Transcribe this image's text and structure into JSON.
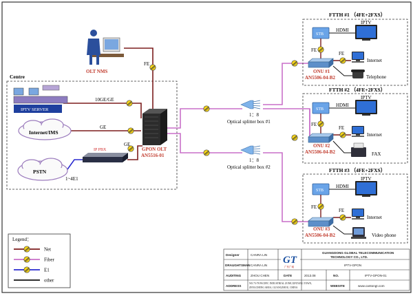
{
  "nms": {
    "label": "OLT NMS"
  },
  "centre": {
    "label": "Centre"
  },
  "iptv_server": {
    "label": "IPTV SERVER"
  },
  "internet_ims": {
    "label": "Internet/IMS"
  },
  "pstn": {
    "label": "PSTN"
  },
  "ip_pbx": {
    "label": "IP PBX"
  },
  "e1_label": "1~4E1",
  "links": {
    "nms_fe": "FE",
    "iptv": "10GE/GE",
    "internet": "GE",
    "pbx": "GE"
  },
  "olt": {
    "name": "GPON OLT",
    "model": "AN5516-01"
  },
  "splitters": [
    {
      "ratio": "1：8",
      "label": "Optical splitter box #1"
    },
    {
      "ratio": "1：8",
      "label": "Optical splitter box #2"
    }
  ],
  "ftth": [
    {
      "title": "FTTH #1 （4FE+2FXS）",
      "iptv": "IPTV",
      "stb": "STB",
      "hdmi": "HDMI",
      "fe1": "FE",
      "fe2": "FE",
      "internet": "Internet",
      "onu": "ONU #1",
      "onu_model": "AN5506-04-B2",
      "extra": "Telephone"
    },
    {
      "title": "FTTH #2 （4FE+2FXS）",
      "iptv": "IPTV",
      "stb": "STB",
      "hdmi": "HDMI",
      "fe1": "FE",
      "fe2": "FE",
      "internet": "Internet",
      "onu": "ONU #2",
      "onu_model": "AN5506-04-B2",
      "extra": "FAX"
    },
    {
      "title": "FTTH #3 （4FE+2FXS）",
      "iptv": "IPTV",
      "stb": "STB",
      "hdmi": "HDMI",
      "fe1": "FE",
      "fe2": "FE",
      "internet": "Internet",
      "onu": "ONU #3",
      "onu_model": "AN5506-04-B2",
      "extra": "Video phone"
    }
  ],
  "legend": {
    "title": "Legend：",
    "items": [
      {
        "label": "Net",
        "color": "#7b1c1c"
      },
      {
        "label": "Fiber",
        "color": "#c86fc8"
      },
      {
        "label": "E1",
        "color": "#2a2ad0"
      },
      {
        "label": "other",
        "color": "#111111"
      }
    ]
  },
  "titleblock": {
    "designer_label": "Designer",
    "designer": "CANRA LIN",
    "draughtsman_label": "DRAUGHTSMAN",
    "draughtsman": "CANRA LIN",
    "auditing_label": "AUDITING",
    "auditing": "ZHOU CHEN",
    "date_label": "DATE",
    "date": "2013.08",
    "no_label": "NO.",
    "no": "IPTV-GPON-01",
    "address_label": "ADDRESS",
    "address_1": "NO.73-78 PACIFIC INDUSTRIAL ZONE,XINTANG TOWN,",
    "address_2": "ZENGCHENG AREA, GUANGZHOU, CHINA",
    "website_label": "WEBSITE",
    "website": "www.cantongt.com",
    "company_1": "GUANGDONG GLOBAL TELECOMMUNICATION",
    "company_2": "TECHNOLOGY CO., LTD.",
    "project": "IPTV-GPON",
    "logo_text": "GT",
    "logo_sub": "广东广域"
  }
}
